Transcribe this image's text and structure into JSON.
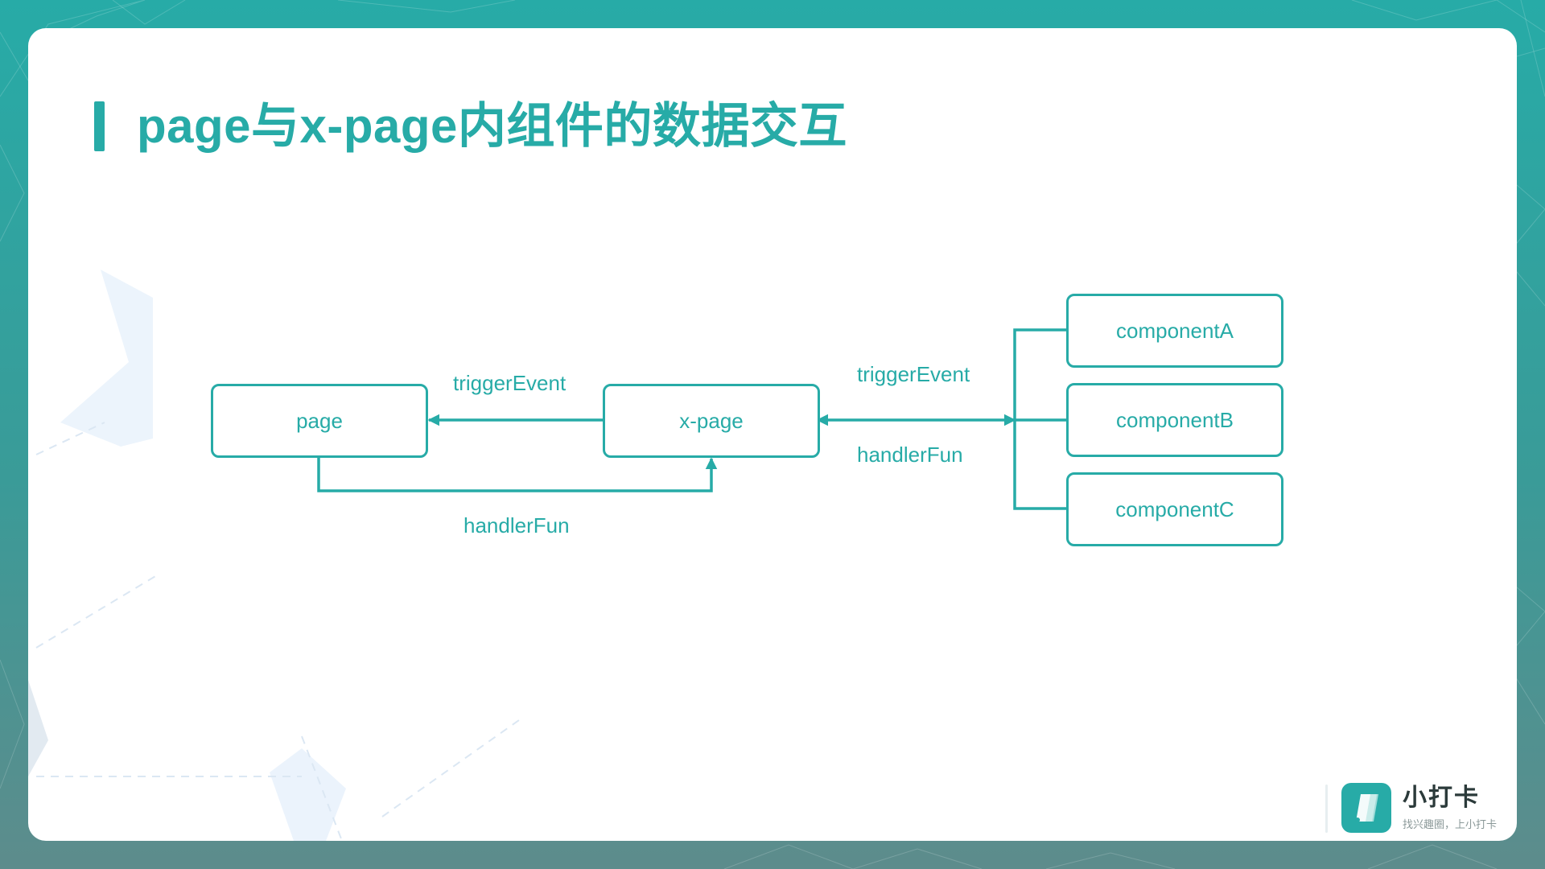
{
  "title": "page与x-page内组件的数据交互",
  "colors": {
    "accent": "#27aba7",
    "background": "#2aaaa6",
    "card": "#ffffff",
    "decoration": "#e6f0fb"
  },
  "diagram": {
    "nodes": {
      "page": "page",
      "xpage": "x-page",
      "componentA": "componentA",
      "componentB": "componentB",
      "componentC": "componentC"
    },
    "edges": [
      {
        "from": "x-page",
        "to": "page",
        "label": "triggerEvent",
        "arrow": "end"
      },
      {
        "from": "page",
        "to": "x-page",
        "label": "handlerFun",
        "arrow": "end"
      },
      {
        "from": "x-page",
        "to": "components",
        "label_top": "triggerEvent",
        "label_bottom": "handlerFun",
        "arrow": "both"
      }
    ],
    "labels": {
      "page_trigger": "triggerEvent",
      "page_handler": "handlerFun",
      "comp_trigger": "triggerEvent",
      "comp_handler": "handlerFun"
    }
  },
  "brand": {
    "name": "小打卡",
    "tagline": "找兴趣圈，上小打卡",
    "logo_icon": "card-logo-icon"
  }
}
